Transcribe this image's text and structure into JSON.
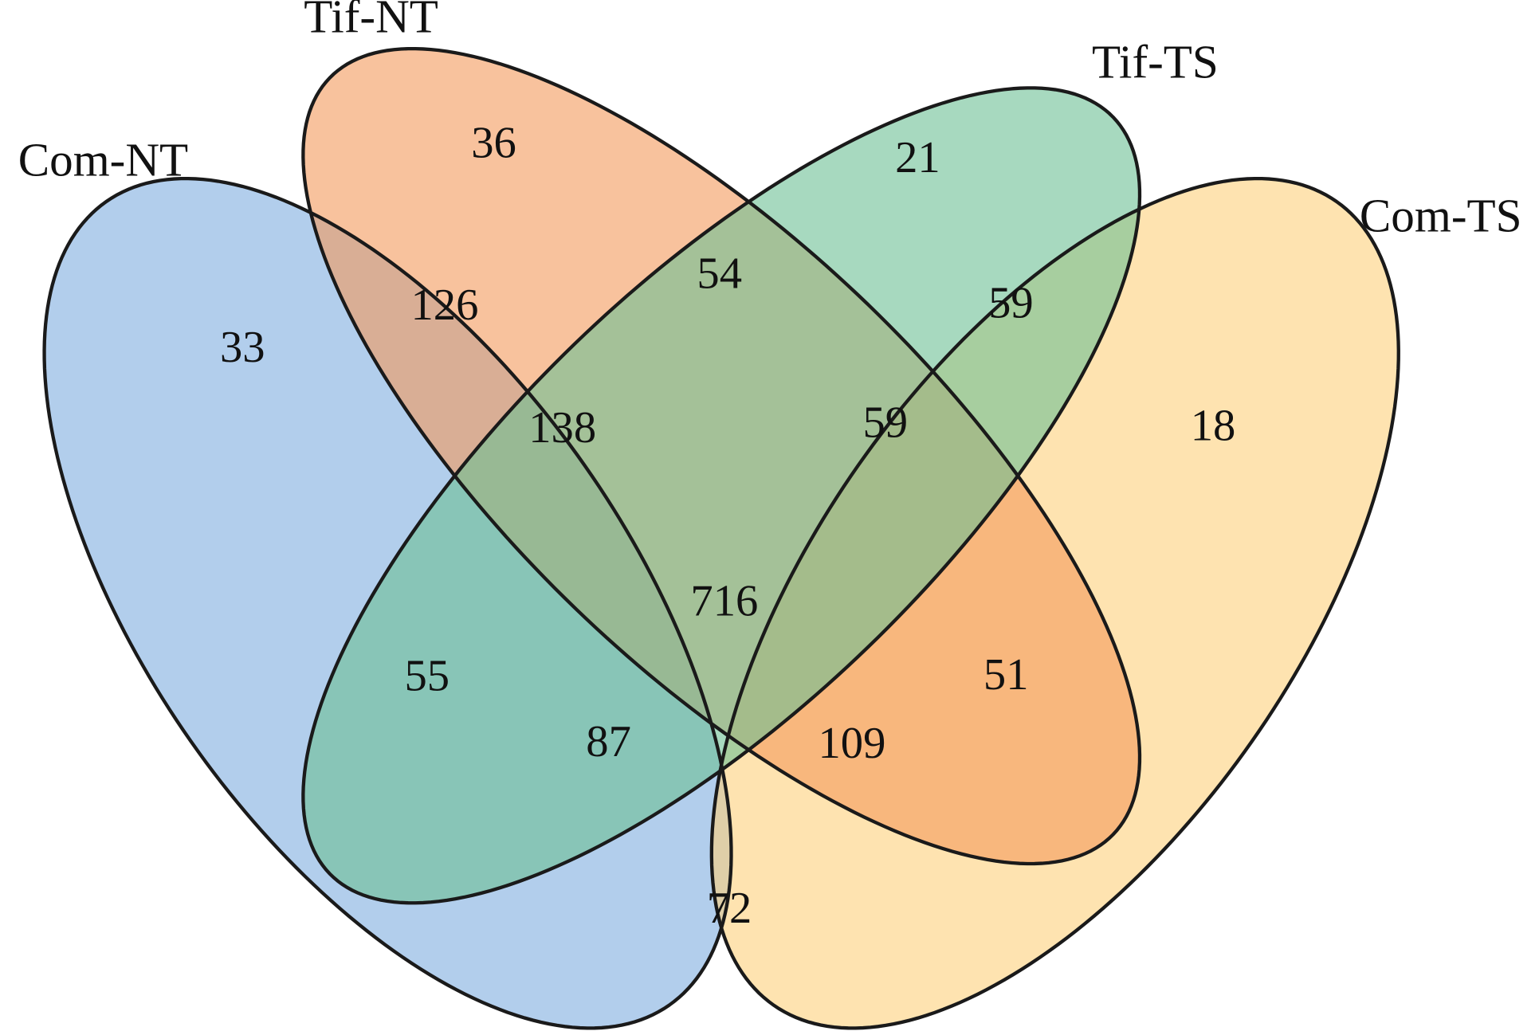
{
  "chart_data": {
    "type": "venn",
    "sets": [
      {
        "id": "com_nt",
        "name": "Com-NT",
        "color": "#7faee0"
      },
      {
        "id": "tif_nt",
        "name": "Tif-NT",
        "color": "#f49a5c"
      },
      {
        "id": "tif_ts",
        "name": "Tif-TS",
        "color": "#6cc095"
      },
      {
        "id": "com_ts",
        "name": "Com-TS",
        "color": "#fdd07c"
      }
    ],
    "regions": [
      {
        "sets": [
          "com_nt"
        ],
        "value": 33
      },
      {
        "sets": [
          "tif_nt"
        ],
        "value": 36
      },
      {
        "sets": [
          "tif_ts"
        ],
        "value": 21
      },
      {
        "sets": [
          "com_ts"
        ],
        "value": 18
      },
      {
        "sets": [
          "com_nt",
          "tif_nt"
        ],
        "value": 126
      },
      {
        "sets": [
          "tif_nt",
          "tif_ts"
        ],
        "value": 54
      },
      {
        "sets": [
          "tif_ts",
          "com_ts"
        ],
        "value": 59
      },
      {
        "sets": [
          "com_nt",
          "tif_nt",
          "tif_ts"
        ],
        "value": 138
      },
      {
        "sets": [
          "tif_nt",
          "tif_ts",
          "com_ts"
        ],
        "value": 59
      },
      {
        "sets": [
          "com_nt",
          "tif_nt",
          "tif_ts",
          "com_ts"
        ],
        "value": 716
      },
      {
        "sets": [
          "com_nt",
          "tif_ts"
        ],
        "value": 55
      },
      {
        "sets": [
          "tif_nt",
          "com_ts"
        ],
        "value": 51
      },
      {
        "sets": [
          "com_nt",
          "tif_ts",
          "com_ts"
        ],
        "value": 87
      },
      {
        "sets": [
          "com_nt",
          "tif_nt",
          "com_ts"
        ],
        "value": 109
      },
      {
        "sets": [
          "com_nt",
          "com_ts"
        ],
        "value": 72
      }
    ]
  }
}
